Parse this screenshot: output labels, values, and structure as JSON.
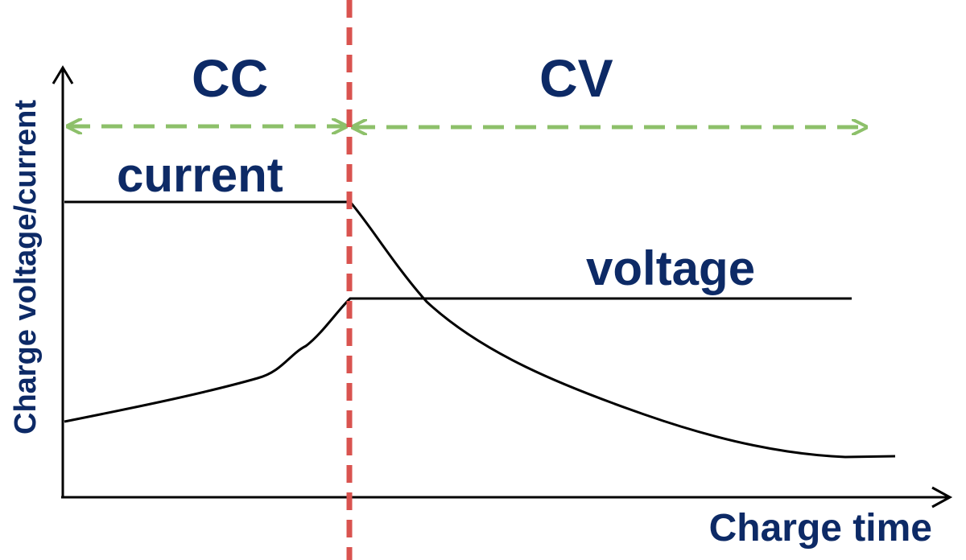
{
  "diagram": {
    "axes": {
      "y_label": "Charge voltage/current",
      "x_label": "Charge time"
    },
    "phases": {
      "cc_label": "CC",
      "cv_label": "CV"
    },
    "curves": {
      "current_label": "current",
      "voltage_label": "voltage"
    },
    "colors": {
      "text": "#0d2a66",
      "axis": "#000000",
      "curve": "#000000",
      "divider": "#d9534f",
      "phase_arrow": "#8dc06a"
    }
  }
}
